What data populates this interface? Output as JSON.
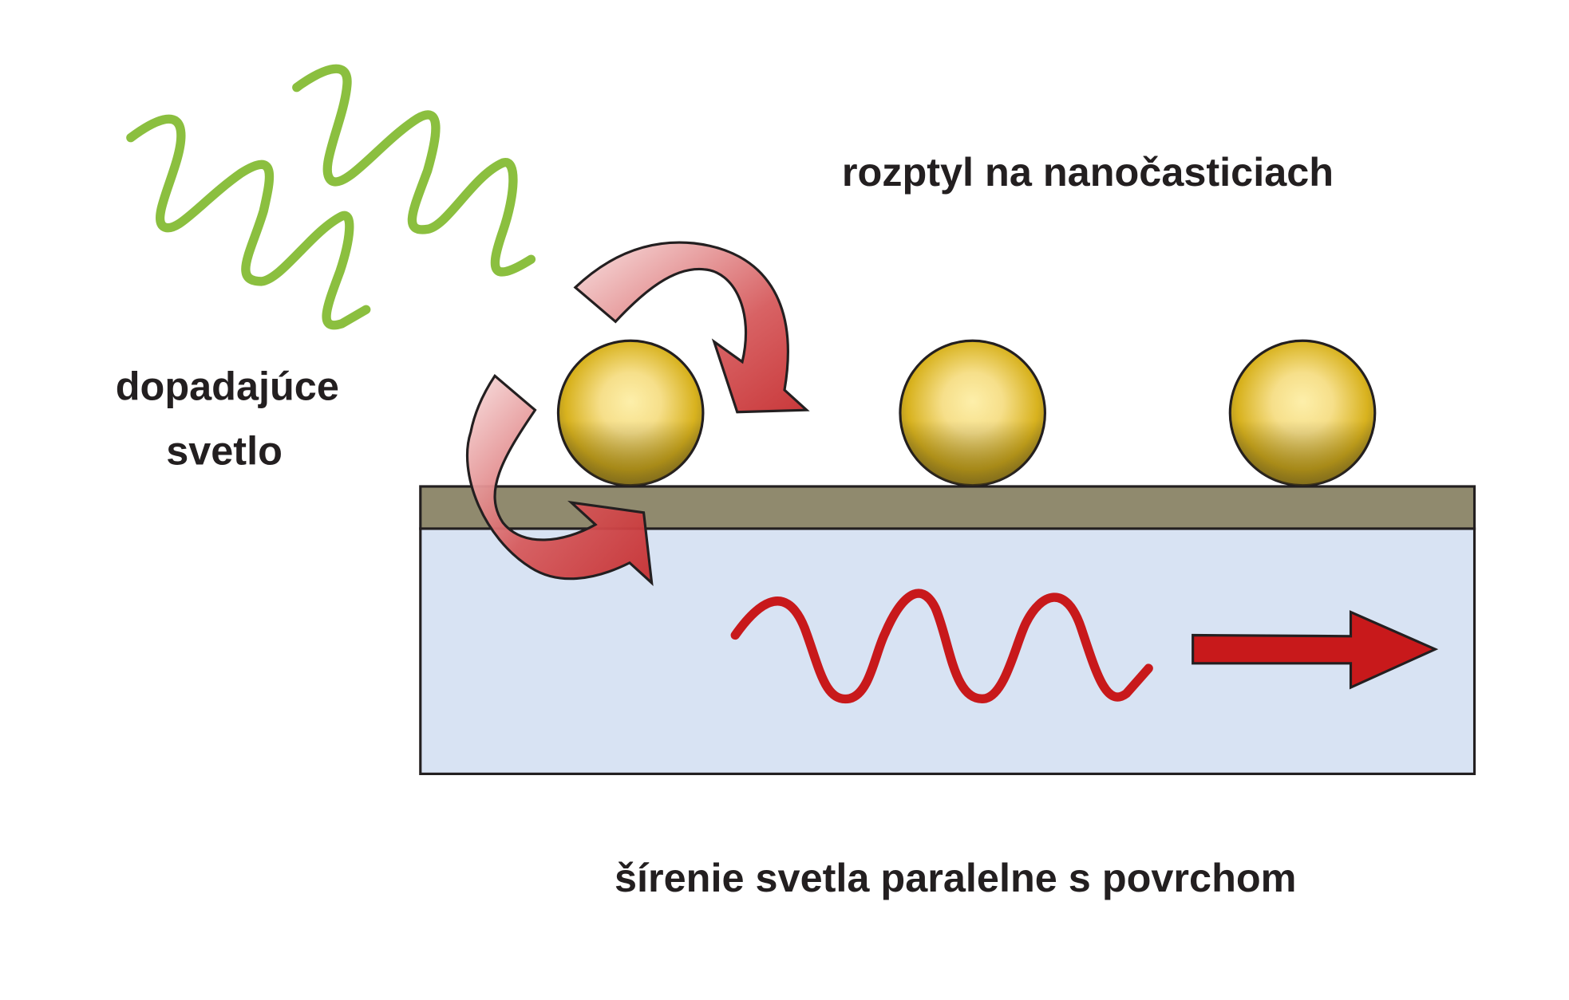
{
  "labels": {
    "incident_light_line1": "dopadajúce",
    "incident_light_line2": "svetlo",
    "scattering": "rozptyl na nanočasticiach",
    "propagation": "šírenie svetla paralelne s povrchom"
  },
  "colors": {
    "incident_wave": "#8bbf3f",
    "guided_wave": "#c8191b",
    "film_layer": "#908a6e",
    "substrate": "#d8e3f3",
    "nanoparticle": "#d9b21c"
  }
}
